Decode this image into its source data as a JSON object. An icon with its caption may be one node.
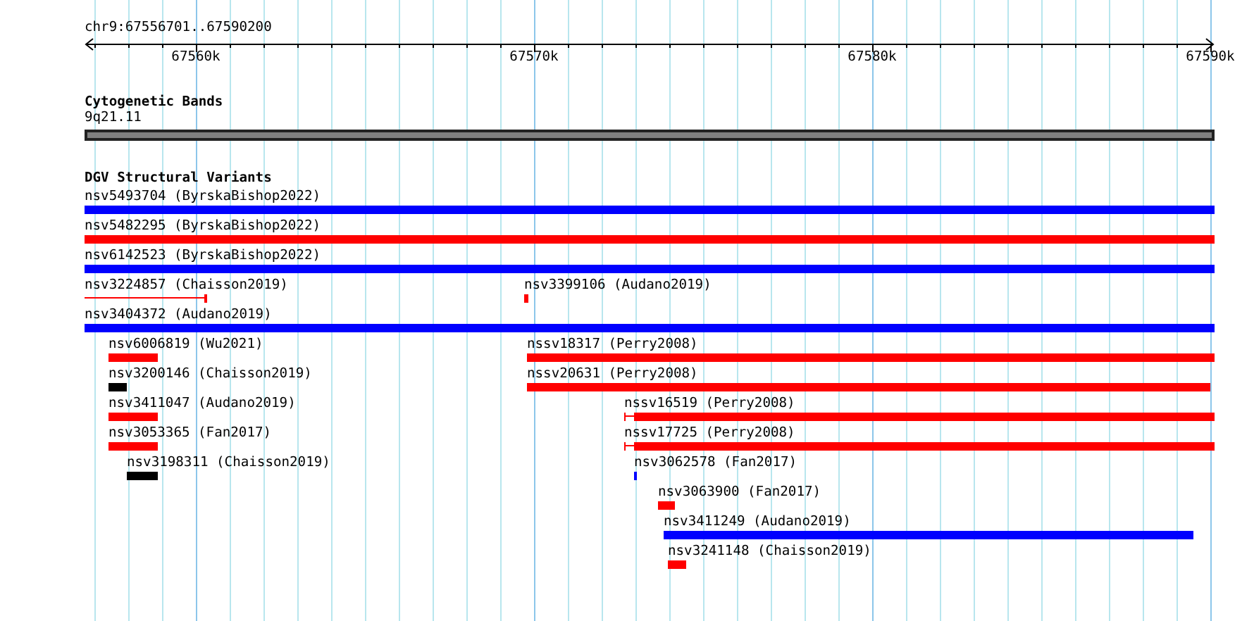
{
  "diagram": {
    "nodes": [
      {
        "text": [
          "9q21.11"
        ]
      },
      {
        "text": [
          "nsv5493704 (ByrskaBishop2022)"
        ]
      },
      {
        "text": [
          "nsv5482295 (ByrskaBishop2022)"
        ]
      },
      {
        "text": [
          "nsv6142523 (ByrskaBishop2022)"
        ]
      },
      {
        "text": [
          "nsv3224857 (Chaisson2019)"
        ]
      },
      {
        "text": [
          "nsv3399106 (Audano2019)"
        ]
      },
      {
        "text": [
          "nsv3404372 (Audano2019)"
        ]
      },
      {
        "text": [
          "nsv6006819 (Wu2021)"
        ]
      },
      {
        "text": [
          "nssv18317 (Perry2008)"
        ]
      },
      {
        "text": [
          "nsv3200146 (Chaisson2019)"
        ]
      },
      {
        "text": [
          "nssv20631 (Perry2008)"
        ]
      },
      {
        "text": [
          "nsv3411047 (Audano2019)"
        ]
      },
      {
        "text": [
          "nssv16519 (Perry2008)"
        ]
      },
      {
        "text": [
          "nsv3053365 (Fan2017)"
        ]
      },
      {
        "text": [
          "nssv17725 (Perry2008)"
        ]
      },
      {
        "text": [
          "nsv3198311 (Chaisson2019)"
        ]
      },
      {
        "text": [
          "nsv3062578 (Fan2017)"
        ]
      },
      {
        "text": [
          "nsv3063900 (Fan2017)"
        ]
      },
      {
        "text": [
          "nsv3411249 (Audano2019)"
        ]
      },
      {
        "text": [
          "nsv3241148 (Chaisson2019)"
        ]
      }
    ],
    "labels": [
      "chr9:67556701..67590200",
      "67560k",
      "67570k",
      "67580k",
      "67590k",
      "Cytogenetic Bands",
      "DGV Structural Variants"
    ]
  }
}
